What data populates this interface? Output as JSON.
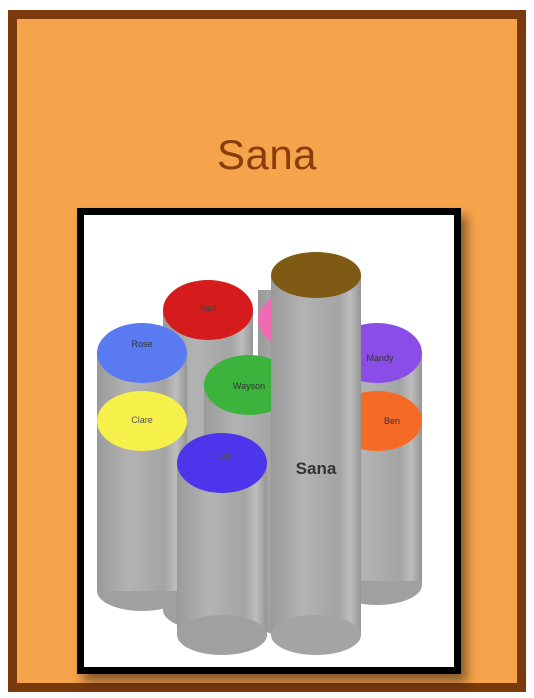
{
  "title": "Sana",
  "featured": {
    "label": "Sana",
    "top_color": "#7e5a14",
    "side_color": "#a8a8a8"
  },
  "people": [
    {
      "name": "Yaol",
      "color": "#d51b1b"
    },
    {
      "name": "",
      "color": "#f06bb3"
    },
    {
      "name": "Rose",
      "color": "#5a7af2"
    },
    {
      "name": "Wayson",
      "color": "#3cb33c"
    },
    {
      "name": "Mandy",
      "color": "#8a4de8"
    },
    {
      "name": "Clare",
      "color": "#f6f04a"
    },
    {
      "name": "Ben",
      "color": "#f46a26"
    },
    {
      "name": "Liel",
      "color": "#4c35ea"
    }
  ],
  "colors": {
    "frame": "#7a3a0e",
    "background": "#f6a44b",
    "title": "#8a3d0c",
    "card_border": "#000000",
    "cylinder": "#a8a8a8"
  }
}
